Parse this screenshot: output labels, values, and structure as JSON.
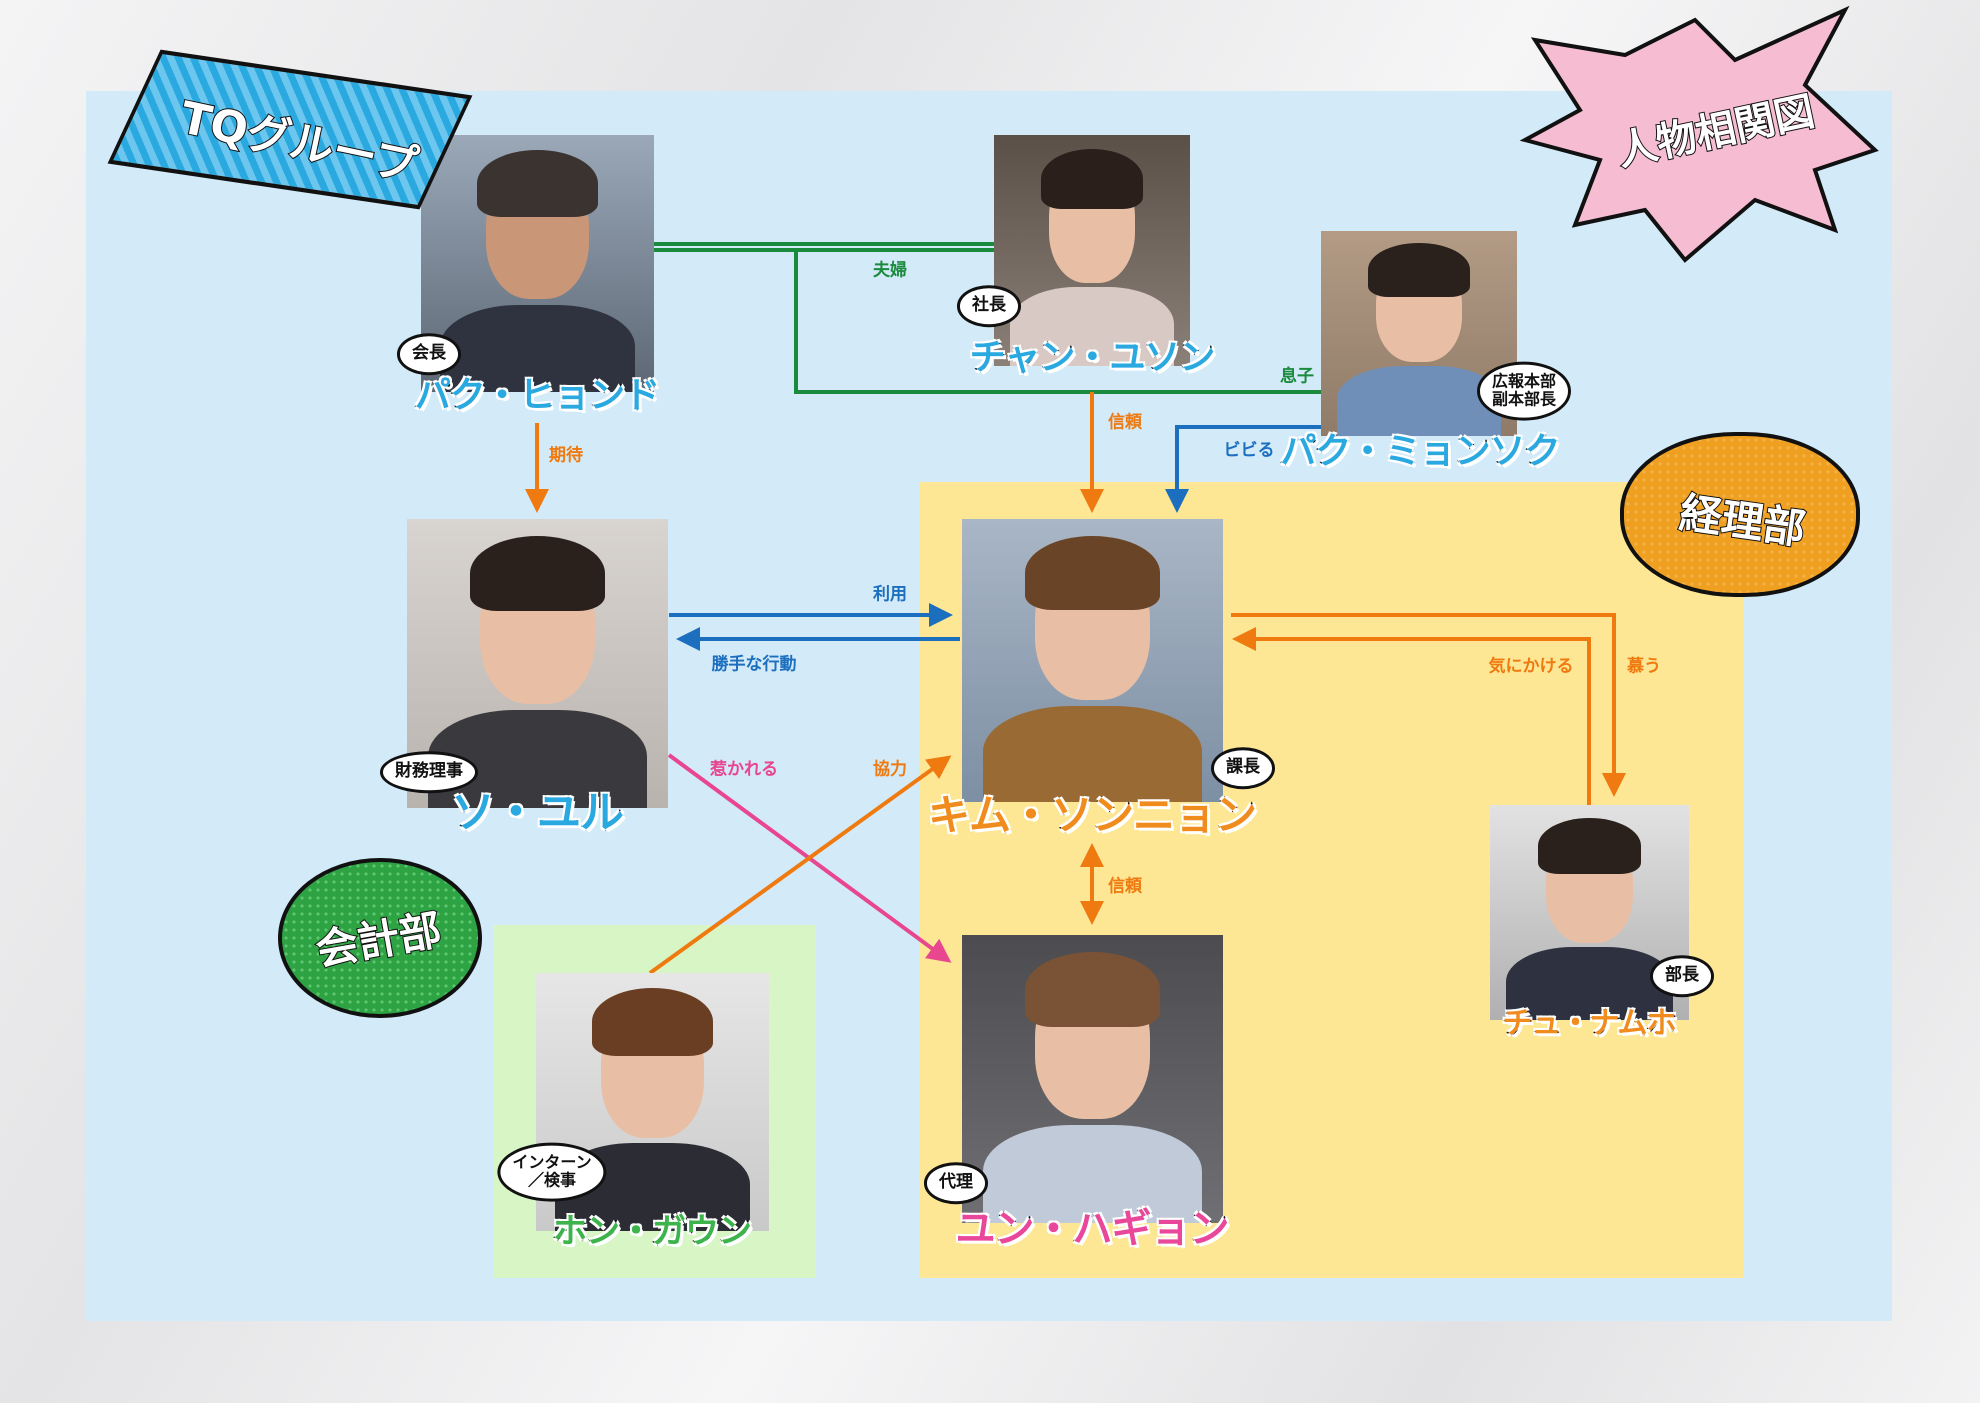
{
  "title": "人物相関図",
  "groups": {
    "tq": "TQグループ",
    "keiri": "経理部",
    "kaikei": "会計部"
  },
  "characters": [
    {
      "id": "park-hyondo",
      "name": "パク・ヒョンド",
      "role": "会長"
    },
    {
      "id": "chang-yuson",
      "name": "チャン・ユソン",
      "role": "社長"
    },
    {
      "id": "park-myonsok",
      "name": "パク・ミョンソク",
      "role": "広報本部\n副本部長"
    },
    {
      "id": "so-yul",
      "name": "ソ・ユル",
      "role": "財務理事"
    },
    {
      "id": "kim-sonnyon",
      "name": "キム・ソンニョン",
      "role": "課長"
    },
    {
      "id": "chu-namho",
      "name": "チュ・ナムホ",
      "role": "部長"
    },
    {
      "id": "yun-hagyon",
      "name": "ユン・ハギョン",
      "role": "代理"
    },
    {
      "id": "hon-gaun",
      "name": "ホン・ガウン",
      "role": "インターン\n／検事"
    }
  ],
  "relations": {
    "fufu": "夫婦",
    "musuko": "息子",
    "kitai": "期待",
    "shinrai1": "信頼",
    "bibiru": "ビビる",
    "riyou": "利用",
    "katte": "勝手な行動",
    "kinikakeru": "気にかける",
    "shitau": "慕う",
    "hikareru": "惹かれる",
    "kyouryoku": "協力",
    "shinrai2": "信頼"
  },
  "colors": {
    "green": "#1a8a3c",
    "orange": "#ee7a10",
    "blue": "#1c6fbf",
    "pink": "#e8468f"
  }
}
